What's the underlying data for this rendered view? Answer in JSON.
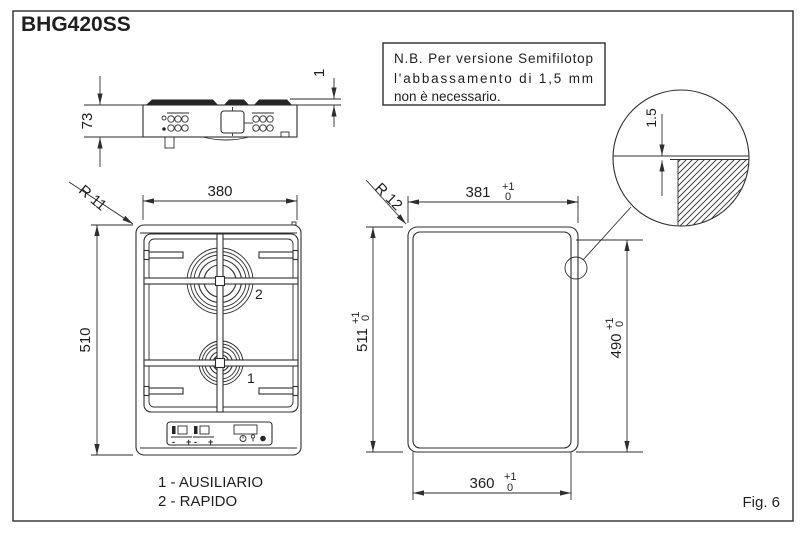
{
  "colors": {
    "line": "#2e2e2e",
    "background": "#ffffff"
  },
  "title": "BHG420SS",
  "figure_label": "Fig. 6",
  "note_box": {
    "line1": "N.B. Per versione Semifilotop",
    "line2": "l'abbassamento di 1,5 mm",
    "line3": "non è necessario."
  },
  "legend": {
    "item1": "1 - AUSILIARIO",
    "item2": "2 - RAPIDO"
  },
  "side_view": {
    "height_dim": "73",
    "grate_height_dim": "1"
  },
  "top_view": {
    "width_dim": "380",
    "depth_dim": "510",
    "corner_radius_label": "R 11",
    "burner_rapid_label": "2",
    "burner_aux_label": "1",
    "control_minus": "-",
    "control_plus": "+"
  },
  "cutout_view": {
    "corner_radius_label": "R 12",
    "width_dim": "381",
    "depth_left_dim": "511",
    "depth_right_dim": "490",
    "bottom_width_dim": "360",
    "tolerance_plus": "+1",
    "tolerance_zero": "0"
  },
  "detail_view": {
    "step_dim": "1.5"
  }
}
